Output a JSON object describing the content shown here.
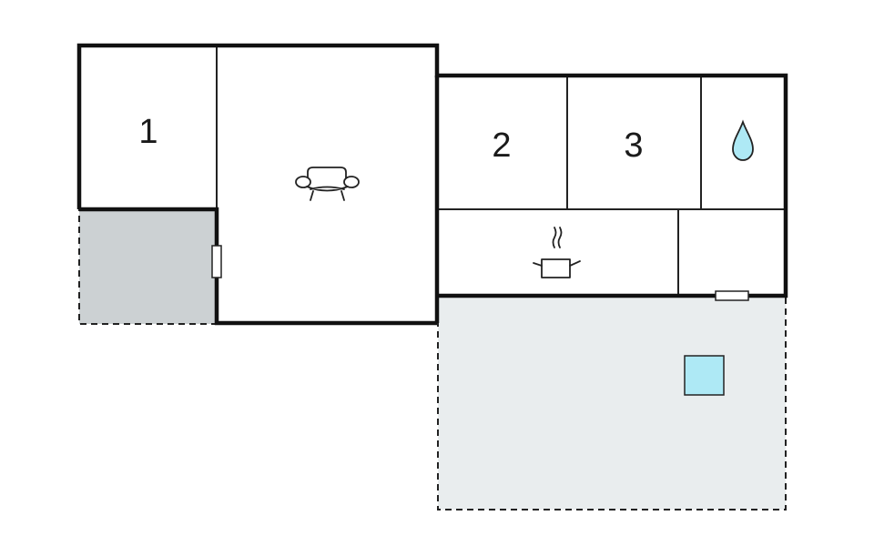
{
  "plan": {
    "rooms": [
      {
        "id": "bedroom-1",
        "label": "1"
      },
      {
        "id": "bedroom-2",
        "label": "2"
      },
      {
        "id": "bedroom-3",
        "label": "3"
      }
    ],
    "icons": {
      "living": "armchair-icon",
      "kitchen": "cooking-pot-icon",
      "bathroom": "water-drop-icon",
      "pool": "pool-square-icon"
    },
    "colors": {
      "wall": "#111111",
      "covered_terrace": "#ccd1d3",
      "open_terrace": "#e9edee",
      "water": "#aee9f5"
    }
  }
}
